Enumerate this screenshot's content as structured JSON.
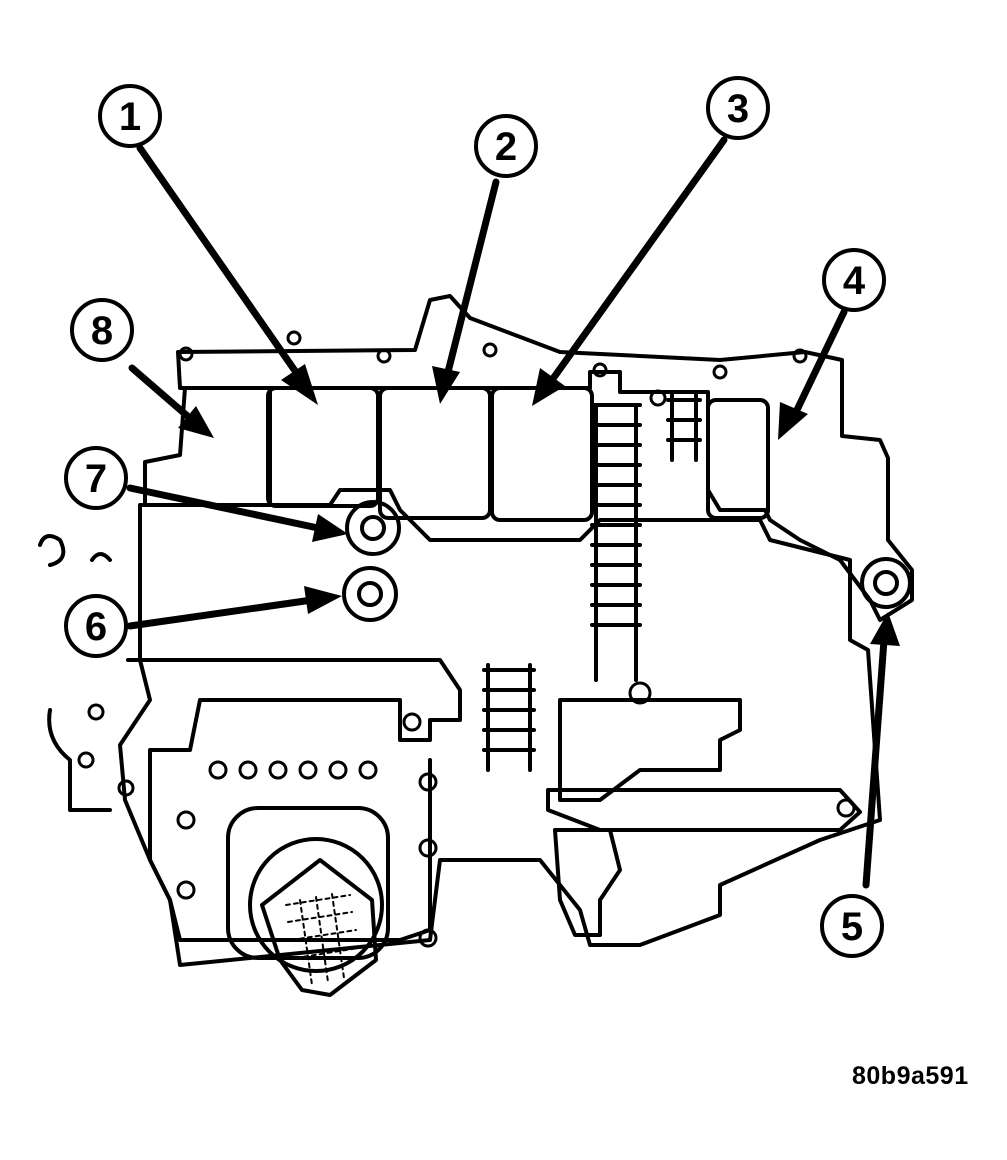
{
  "figure_code": "80b9a591",
  "callouts": [
    {
      "label": "1"
    },
    {
      "label": "2"
    },
    {
      "label": "3"
    },
    {
      "label": "4"
    },
    {
      "label": "5"
    },
    {
      "label": "6"
    },
    {
      "label": "7"
    },
    {
      "label": "8"
    }
  ],
  "colors": {
    "ink": "#000000",
    "paper": "#ffffff"
  }
}
